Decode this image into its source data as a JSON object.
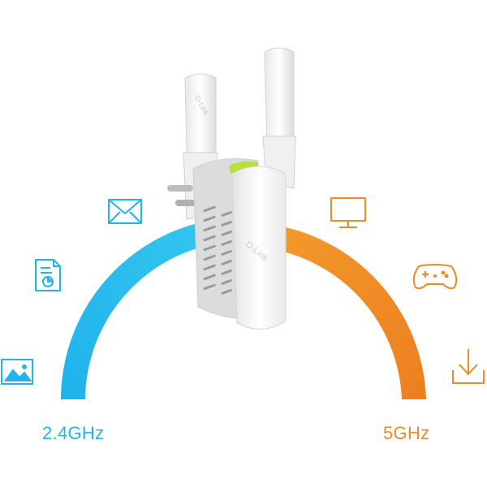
{
  "bands": {
    "low": {
      "label": "2.4GHz",
      "color": "#22b4ea"
    },
    "high": {
      "label": "5GHz",
      "color": "#f08a22"
    }
  },
  "device": {
    "brand_text": "D-Link",
    "body_color": "#f4f4f4",
    "accent_color": "#b8e03a"
  },
  "icons": {
    "left": [
      "mail-icon",
      "document-chart-icon",
      "image-icon"
    ],
    "right": [
      "monitor-icon",
      "gamepad-icon",
      "download-icon"
    ]
  }
}
